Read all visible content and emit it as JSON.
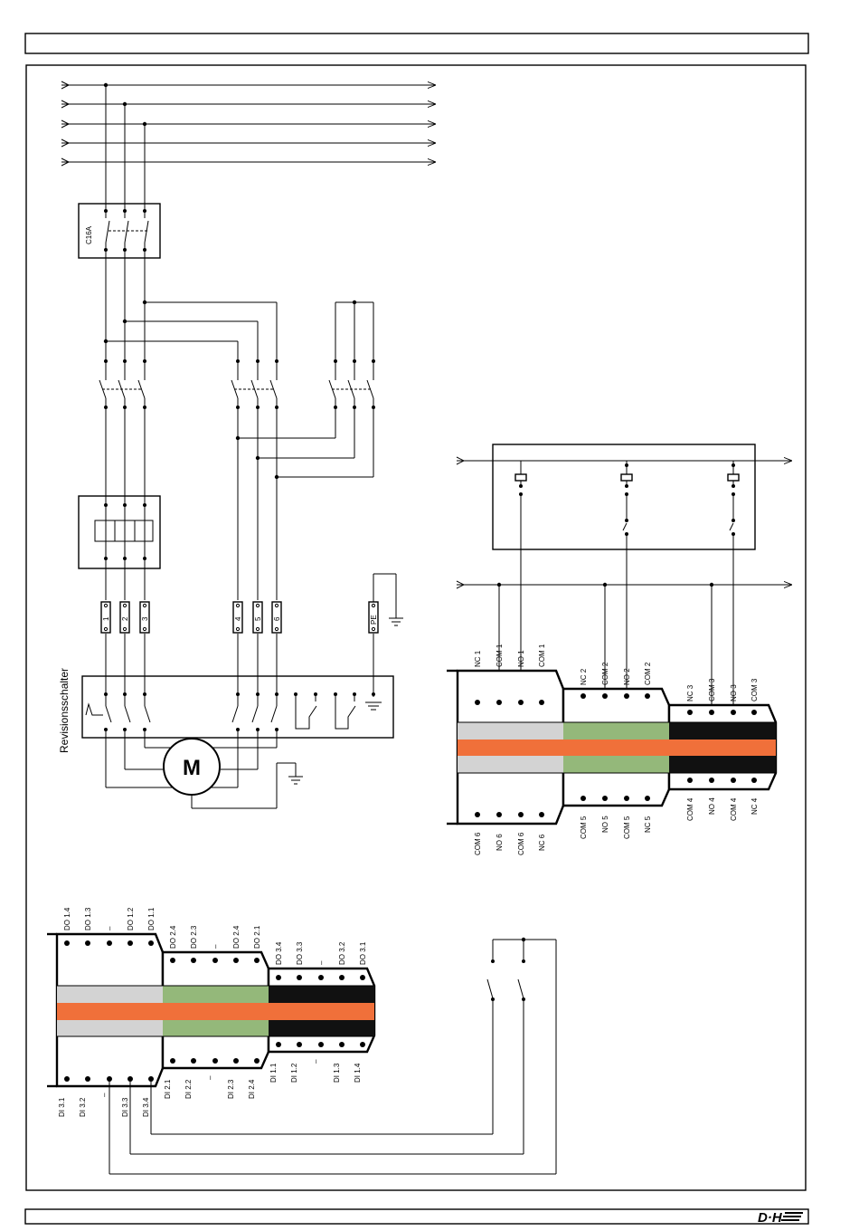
{
  "header_title": "",
  "c16a": "C16A",
  "revisionsschalter": "Revisionsschalter",
  "motor": "M",
  "terminals": [
    "1",
    "2",
    "3",
    "4",
    "5",
    "6",
    "PE"
  ],
  "relay_top_labels": [
    [
      "NC 1",
      "COM 1",
      "NO 1",
      "COM 1"
    ],
    [
      "NC 2",
      "COM 2",
      "NO 2",
      "COM 2"
    ],
    [
      "NC 3",
      "COM 3",
      "NO 3",
      "COM 3"
    ]
  ],
  "relay_bottom_labels": [
    [
      "COM 6",
      "NO 6",
      "COM 6",
      "NC 6"
    ],
    [
      "COM 5",
      "NO 5",
      "COM 5",
      "NC 5"
    ],
    [
      "COM 4",
      "NO 4",
      "COM 4",
      "NC 4"
    ]
  ],
  "io_top_labels": [
    [
      "DO 1.4",
      "DO 1.3",
      "–",
      "DO 1.2",
      "DO 1.1"
    ],
    [
      "DO 2.4",
      "DO 2.3",
      "–",
      "DO 2.4",
      "DO 2.1"
    ],
    [
      "DO 3.4",
      "DO 3.3",
      "–",
      "DO 3.2",
      "DO 3.1"
    ]
  ],
  "io_bottom_labels": [
    [
      "DI 3.1",
      "DI 3.2",
      "–",
      "DI 3.3",
      "DI 3.4"
    ],
    [
      "DI 2.1",
      "DI 2.2",
      "–",
      "DI 2.3",
      "DI 2.4"
    ],
    [
      "DI 1.1",
      "DI 1.2",
      "–",
      "DI 1.3",
      "DI 1.4"
    ]
  ],
  "logo": "D·H",
  "colors": {
    "orange": "#f0703a",
    "light_grey": "#d3d3d3",
    "green": "#94b87a",
    "black": "#111111"
  }
}
